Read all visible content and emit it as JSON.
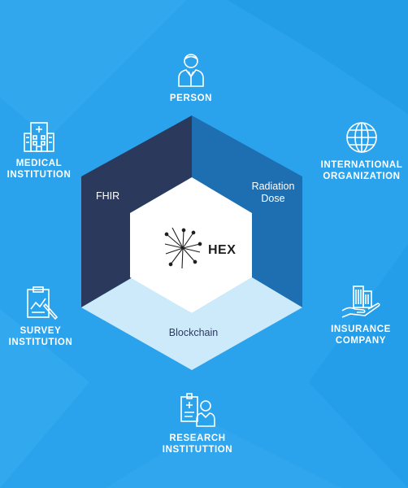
{
  "nodes": {
    "person": {
      "line1": "PERSON",
      "line2": ""
    },
    "medical": {
      "line1": "MEDICAL",
      "line2": "INSTITUTION"
    },
    "international": {
      "line1": "INTERNATIONAL",
      "line2": "ORGANIZATION"
    },
    "survey": {
      "line1": "SURVEY",
      "line2": "INSTITUTION"
    },
    "insurance": {
      "line1": "INSURANCE",
      "line2": "COMPANY"
    },
    "research": {
      "line1": "RESEARCH",
      "line2": "INSTITUTTION"
    }
  },
  "hexagon": {
    "left_segment": "FHIR",
    "right_segment_line1": "Radiation",
    "right_segment_line2": "Dose",
    "bottom_segment": "Blockchain",
    "center_logo": "HEX"
  },
  "colors": {
    "background": "#2aa3ec",
    "left_segment": "#2b3a5c",
    "right_segment": "#1e6fb1",
    "bottom_segment": "#cdeafb",
    "center": "#ffffff"
  },
  "icons": {
    "person": "person-icon",
    "medical": "hospital-icon",
    "international": "globe-icon",
    "survey": "clipboard-chart-icon",
    "insurance": "hand-building-icon",
    "research": "researcher-icon"
  }
}
